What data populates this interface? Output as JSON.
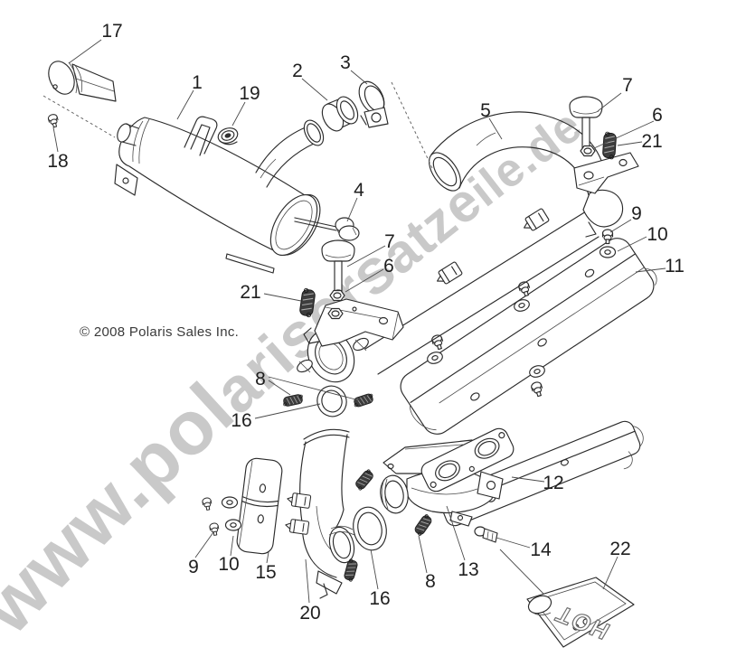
{
  "watermark": {
    "full_text": "www.polarisersatzeile.de",
    "seg1": "www.pol",
    "seg2": "arisers",
    "seg3": "atze",
    "seg4": "ile.de",
    "color": "#c7c7c7"
  },
  "copyright": "© 2008 Polaris Sales Inc.",
  "hot_plate_text": "HOT",
  "callouts": [
    {
      "id": "1",
      "text": "1"
    },
    {
      "id": "2",
      "text": "2"
    },
    {
      "id": "3",
      "text": "3"
    },
    {
      "id": "4",
      "text": "4"
    },
    {
      "id": "5",
      "text": "5"
    },
    {
      "id": "6a",
      "text": "6"
    },
    {
      "id": "6b",
      "text": "6"
    },
    {
      "id": "7a",
      "text": "7"
    },
    {
      "id": "7b",
      "text": "7"
    },
    {
      "id": "8a",
      "text": "8"
    },
    {
      "id": "8b",
      "text": "8"
    },
    {
      "id": "9a",
      "text": "9"
    },
    {
      "id": "9b",
      "text": "9"
    },
    {
      "id": "10a",
      "text": "10"
    },
    {
      "id": "10b",
      "text": "10"
    },
    {
      "id": "11",
      "text": "11"
    },
    {
      "id": "12",
      "text": "12"
    },
    {
      "id": "13",
      "text": "13"
    },
    {
      "id": "14",
      "text": "14"
    },
    {
      "id": "15",
      "text": "15"
    },
    {
      "id": "16a",
      "text": "16"
    },
    {
      "id": "16b",
      "text": "16"
    },
    {
      "id": "17",
      "text": "17"
    },
    {
      "id": "18",
      "text": "18"
    },
    {
      "id": "19",
      "text": "19"
    },
    {
      "id": "20",
      "text": "20"
    },
    {
      "id": "21a",
      "text": "21"
    },
    {
      "id": "21b",
      "text": "21"
    },
    {
      "id": "22",
      "text": "22"
    }
  ]
}
